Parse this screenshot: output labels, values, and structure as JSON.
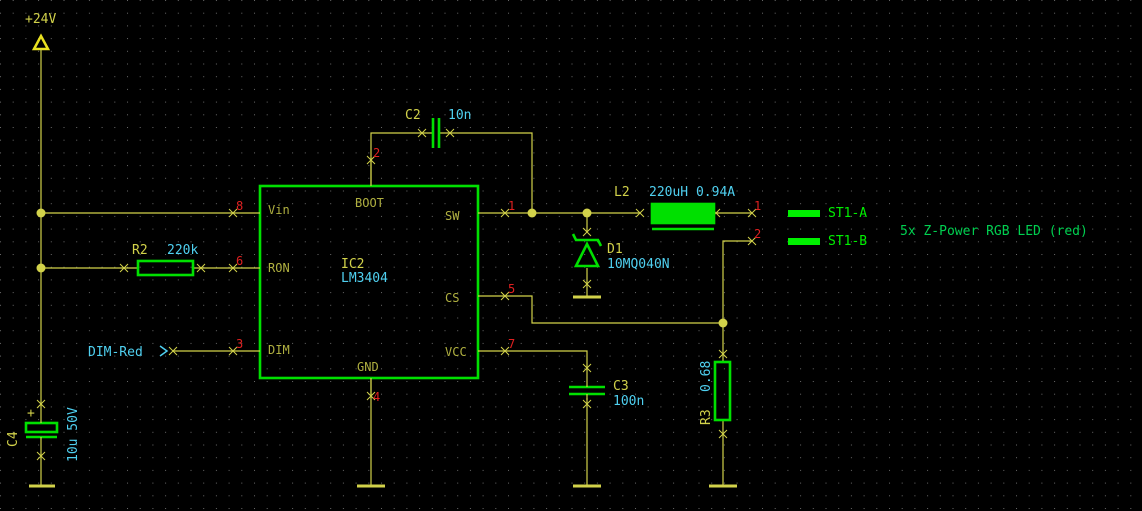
{
  "power": {
    "label": "+24V"
  },
  "ic": {
    "ref": "IC2",
    "value": "LM3404",
    "pins": [
      {
        "num": "8",
        "name": "Vin"
      },
      {
        "num": "6",
        "name": "RON"
      },
      {
        "num": "3",
        "name": "DIM"
      },
      {
        "num": "2",
        "name": "BOOT"
      },
      {
        "num": "4",
        "name": "GND"
      },
      {
        "num": "1",
        "name": "SW"
      },
      {
        "num": "5",
        "name": "CS"
      },
      {
        "num": "7",
        "name": "VCC"
      }
    ]
  },
  "components": {
    "c2": {
      "ref": "C2",
      "value": "10n"
    },
    "r2": {
      "ref": "R2",
      "value": "220k"
    },
    "l2": {
      "ref": "L2",
      "value": "220uH 0.94A"
    },
    "d1": {
      "ref": "D1",
      "value": "10MQ040N"
    },
    "c3": {
      "ref": "C3",
      "value": "100n"
    },
    "r3": {
      "ref": "R3",
      "value": "0.68"
    },
    "c4": {
      "ref": "C4",
      "value": "10u 50V"
    }
  },
  "connector": {
    "pin1": "1",
    "pin2": "2",
    "label_a": "ST1-A",
    "label_b": "ST1-B"
  },
  "net_label": {
    "dim": "DIM-Red"
  },
  "note": "5x Z-Power RGB LED (red)",
  "colors": {
    "background": "#000000",
    "wire": "#d2d24a",
    "component": "#00e000",
    "pin_number": "#e02020",
    "value": "#4fd0f0"
  }
}
